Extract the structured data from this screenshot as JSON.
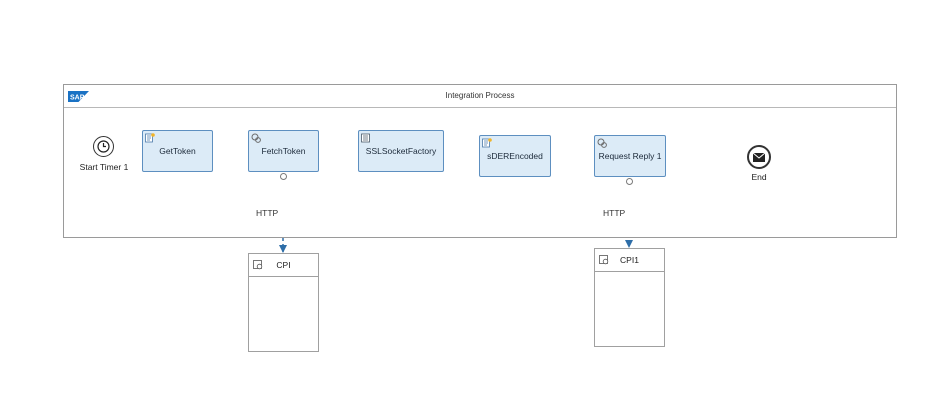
{
  "process": {
    "title": "Integration Process",
    "logo_text": "SAP"
  },
  "start_event": {
    "label": "Start Timer 1",
    "icon": "clock-icon"
  },
  "end_event": {
    "label": "End",
    "icon": "envelope-icon"
  },
  "tasks": [
    {
      "label": "GetToken",
      "icon": "script-icon"
    },
    {
      "label": "FetchToken",
      "icon": "gears-icon"
    },
    {
      "label": "SSLSocketFactory",
      "icon": "content-modifier-icon"
    },
    {
      "label": "sDEREncoded",
      "icon": "script-icon"
    },
    {
      "label": "Request Reply 1",
      "icon": "gears-icon"
    }
  ],
  "connections": [
    {
      "label": "HTTP"
    },
    {
      "label": "HTTP"
    }
  ],
  "participants": [
    {
      "label": "CPI",
      "icon": "receiver-icon"
    },
    {
      "label": "CPI1",
      "icon": "receiver-icon"
    }
  ],
  "colors": {
    "task_fill": "#dcebf7",
    "task_border": "#5d8fc0",
    "flow_line": "#2e6ea8",
    "pool_border": "#9a9a9a",
    "sap_blue": "#1a72c4"
  }
}
